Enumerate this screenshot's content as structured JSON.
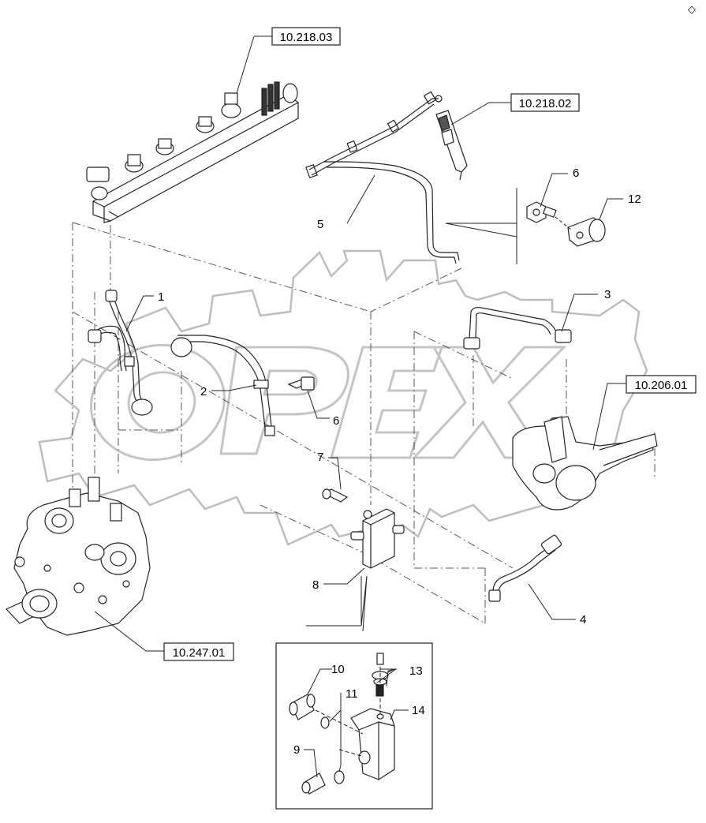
{
  "corner_mark": "◇",
  "watermark": "OPEX",
  "references": {
    "fuel_rail": "10.218.03",
    "injector": "10.218.02",
    "filter_housing": "10.206.01",
    "injection_pump": "10.247.01"
  },
  "callouts": {
    "c1": "1",
    "c2": "2",
    "c3": "3",
    "c4": "4",
    "c5": "5",
    "c6_top": "6",
    "c6_mid": "6",
    "c7": "7",
    "c8": "8",
    "c9": "9",
    "c10": "10",
    "c11": "11",
    "c12": "12",
    "c13": "13",
    "c14": "14"
  }
}
